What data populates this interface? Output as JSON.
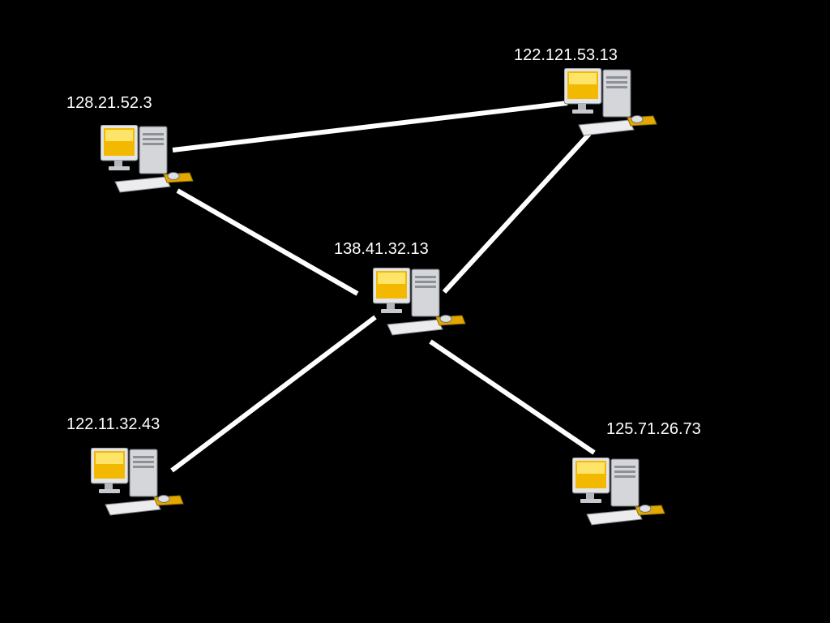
{
  "diagram": {
    "background": "#000000",
    "link_color": "#ffffff",
    "nodes": [
      {
        "id": "n1",
        "label": "128.21.52.3"
      },
      {
        "id": "n2",
        "label": "122.121.53.13"
      },
      {
        "id": "n3",
        "label": "138.41.32.13"
      },
      {
        "id": "n4",
        "label": "122.11.32.43"
      },
      {
        "id": "n5",
        "label": "125.71.26.73"
      }
    ],
    "links": [
      {
        "from": "n1",
        "to": "n2"
      },
      {
        "from": "n1",
        "to": "n3"
      },
      {
        "from": "n2",
        "to": "n3"
      },
      {
        "from": "n3",
        "to": "n4"
      },
      {
        "from": "n3",
        "to": "n5"
      }
    ],
    "icon": "desktop-computer-icon"
  }
}
